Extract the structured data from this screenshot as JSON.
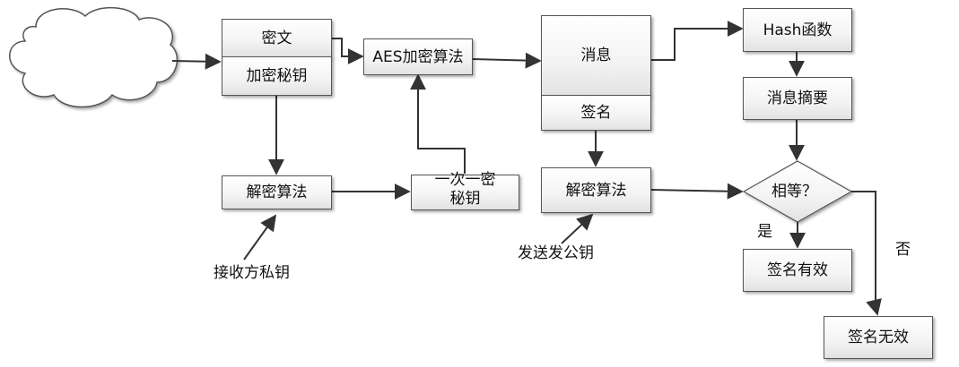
{
  "nodes": {
    "ciphertext": "密文",
    "encryption_key": "加密秘钥",
    "aes_algorithm": "AES加密算法",
    "message": "消息",
    "signature": "签名",
    "hash_function": "Hash函数",
    "message_digest": "消息摘要",
    "decrypt_algorithm_left": "解密算法",
    "one_time_key": "一次一密秘钥",
    "decrypt_algorithm_right": "解密算法",
    "equal_question": "相等？",
    "signature_valid": "签名有效",
    "signature_invalid": "签名无效"
  },
  "labels": {
    "receiver_private_key": "接收方私钥",
    "sender_public_key": "发送发公钥",
    "yes": "是",
    "no": "否"
  }
}
